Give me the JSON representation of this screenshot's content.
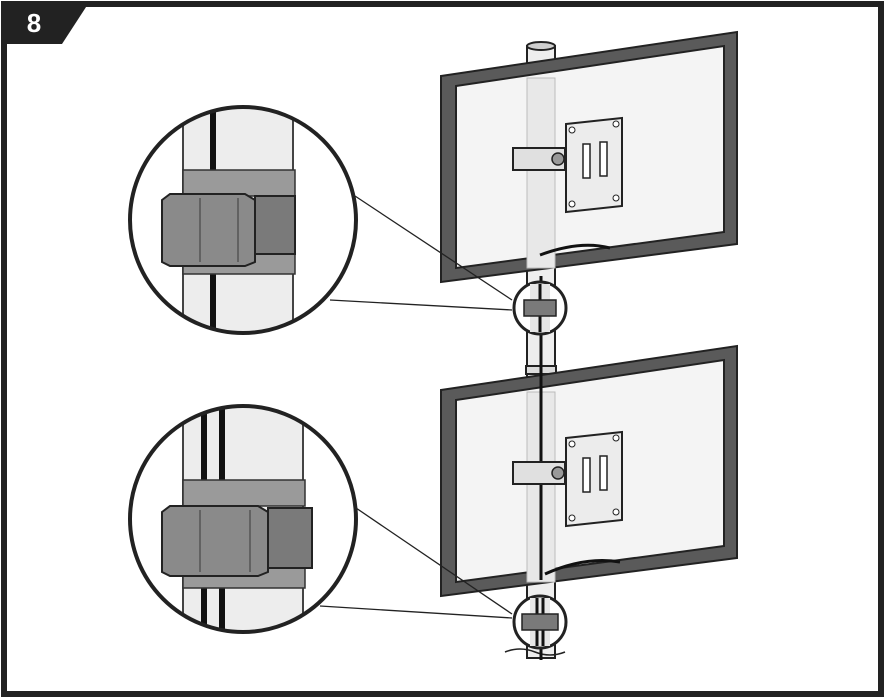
{
  "step": {
    "number": "8"
  },
  "colors": {
    "frame": "#222222",
    "pole": "#e6e6e6",
    "screen": "#f2f2f2",
    "bezel": "#5a5a5a",
    "clip": "#8a8a8a",
    "clip_dark": "#707070",
    "cable": "#111111"
  },
  "parts": {
    "monitors": 2,
    "cable_clips": 2,
    "detail_callouts": 2
  }
}
